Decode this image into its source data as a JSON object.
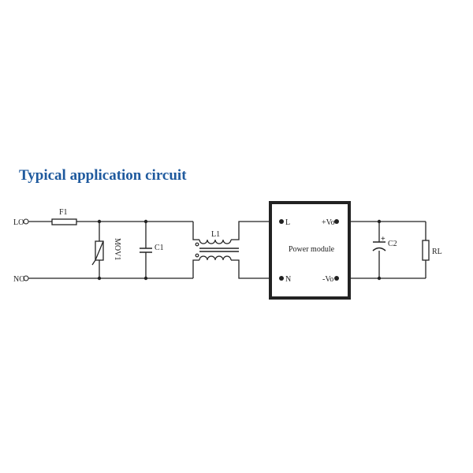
{
  "title": "Typical application circuit",
  "labels": {
    "line_in": "LO",
    "neutral_in": "NO",
    "fuse": "F1",
    "mov": "MOV1",
    "cap1": "C1",
    "inductor": "L1",
    "module": "Power module",
    "pin_l": "L",
    "pin_n": "N",
    "pin_vo_plus": "+Vo",
    "pin_vo_minus": "-Vo",
    "cap2": "C2",
    "cap2_polarity": "+",
    "load": "RL"
  },
  "colors": {
    "title": "#1f5a9e",
    "wire": "#222222"
  }
}
